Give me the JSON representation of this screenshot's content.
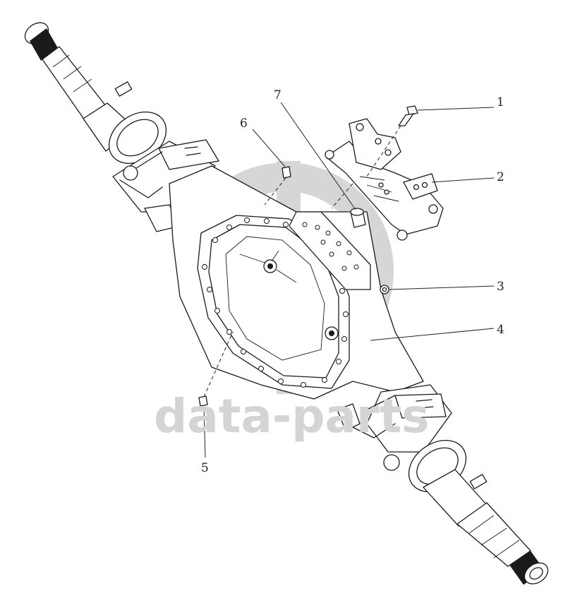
{
  "watermark": {
    "text": "data-parts",
    "logo_icon": "data-parts-logo-icon",
    "color": "#d4d4d4"
  },
  "callouts": [
    {
      "number": "1",
      "part": "bolt"
    },
    {
      "number": "2",
      "part": "bracket"
    },
    {
      "number": "3",
      "part": "plug"
    },
    {
      "number": "4",
      "part": "axle-housing"
    },
    {
      "number": "5",
      "part": "plug"
    },
    {
      "number": "6",
      "part": "breather"
    },
    {
      "number": "7",
      "part": "bushing"
    }
  ]
}
